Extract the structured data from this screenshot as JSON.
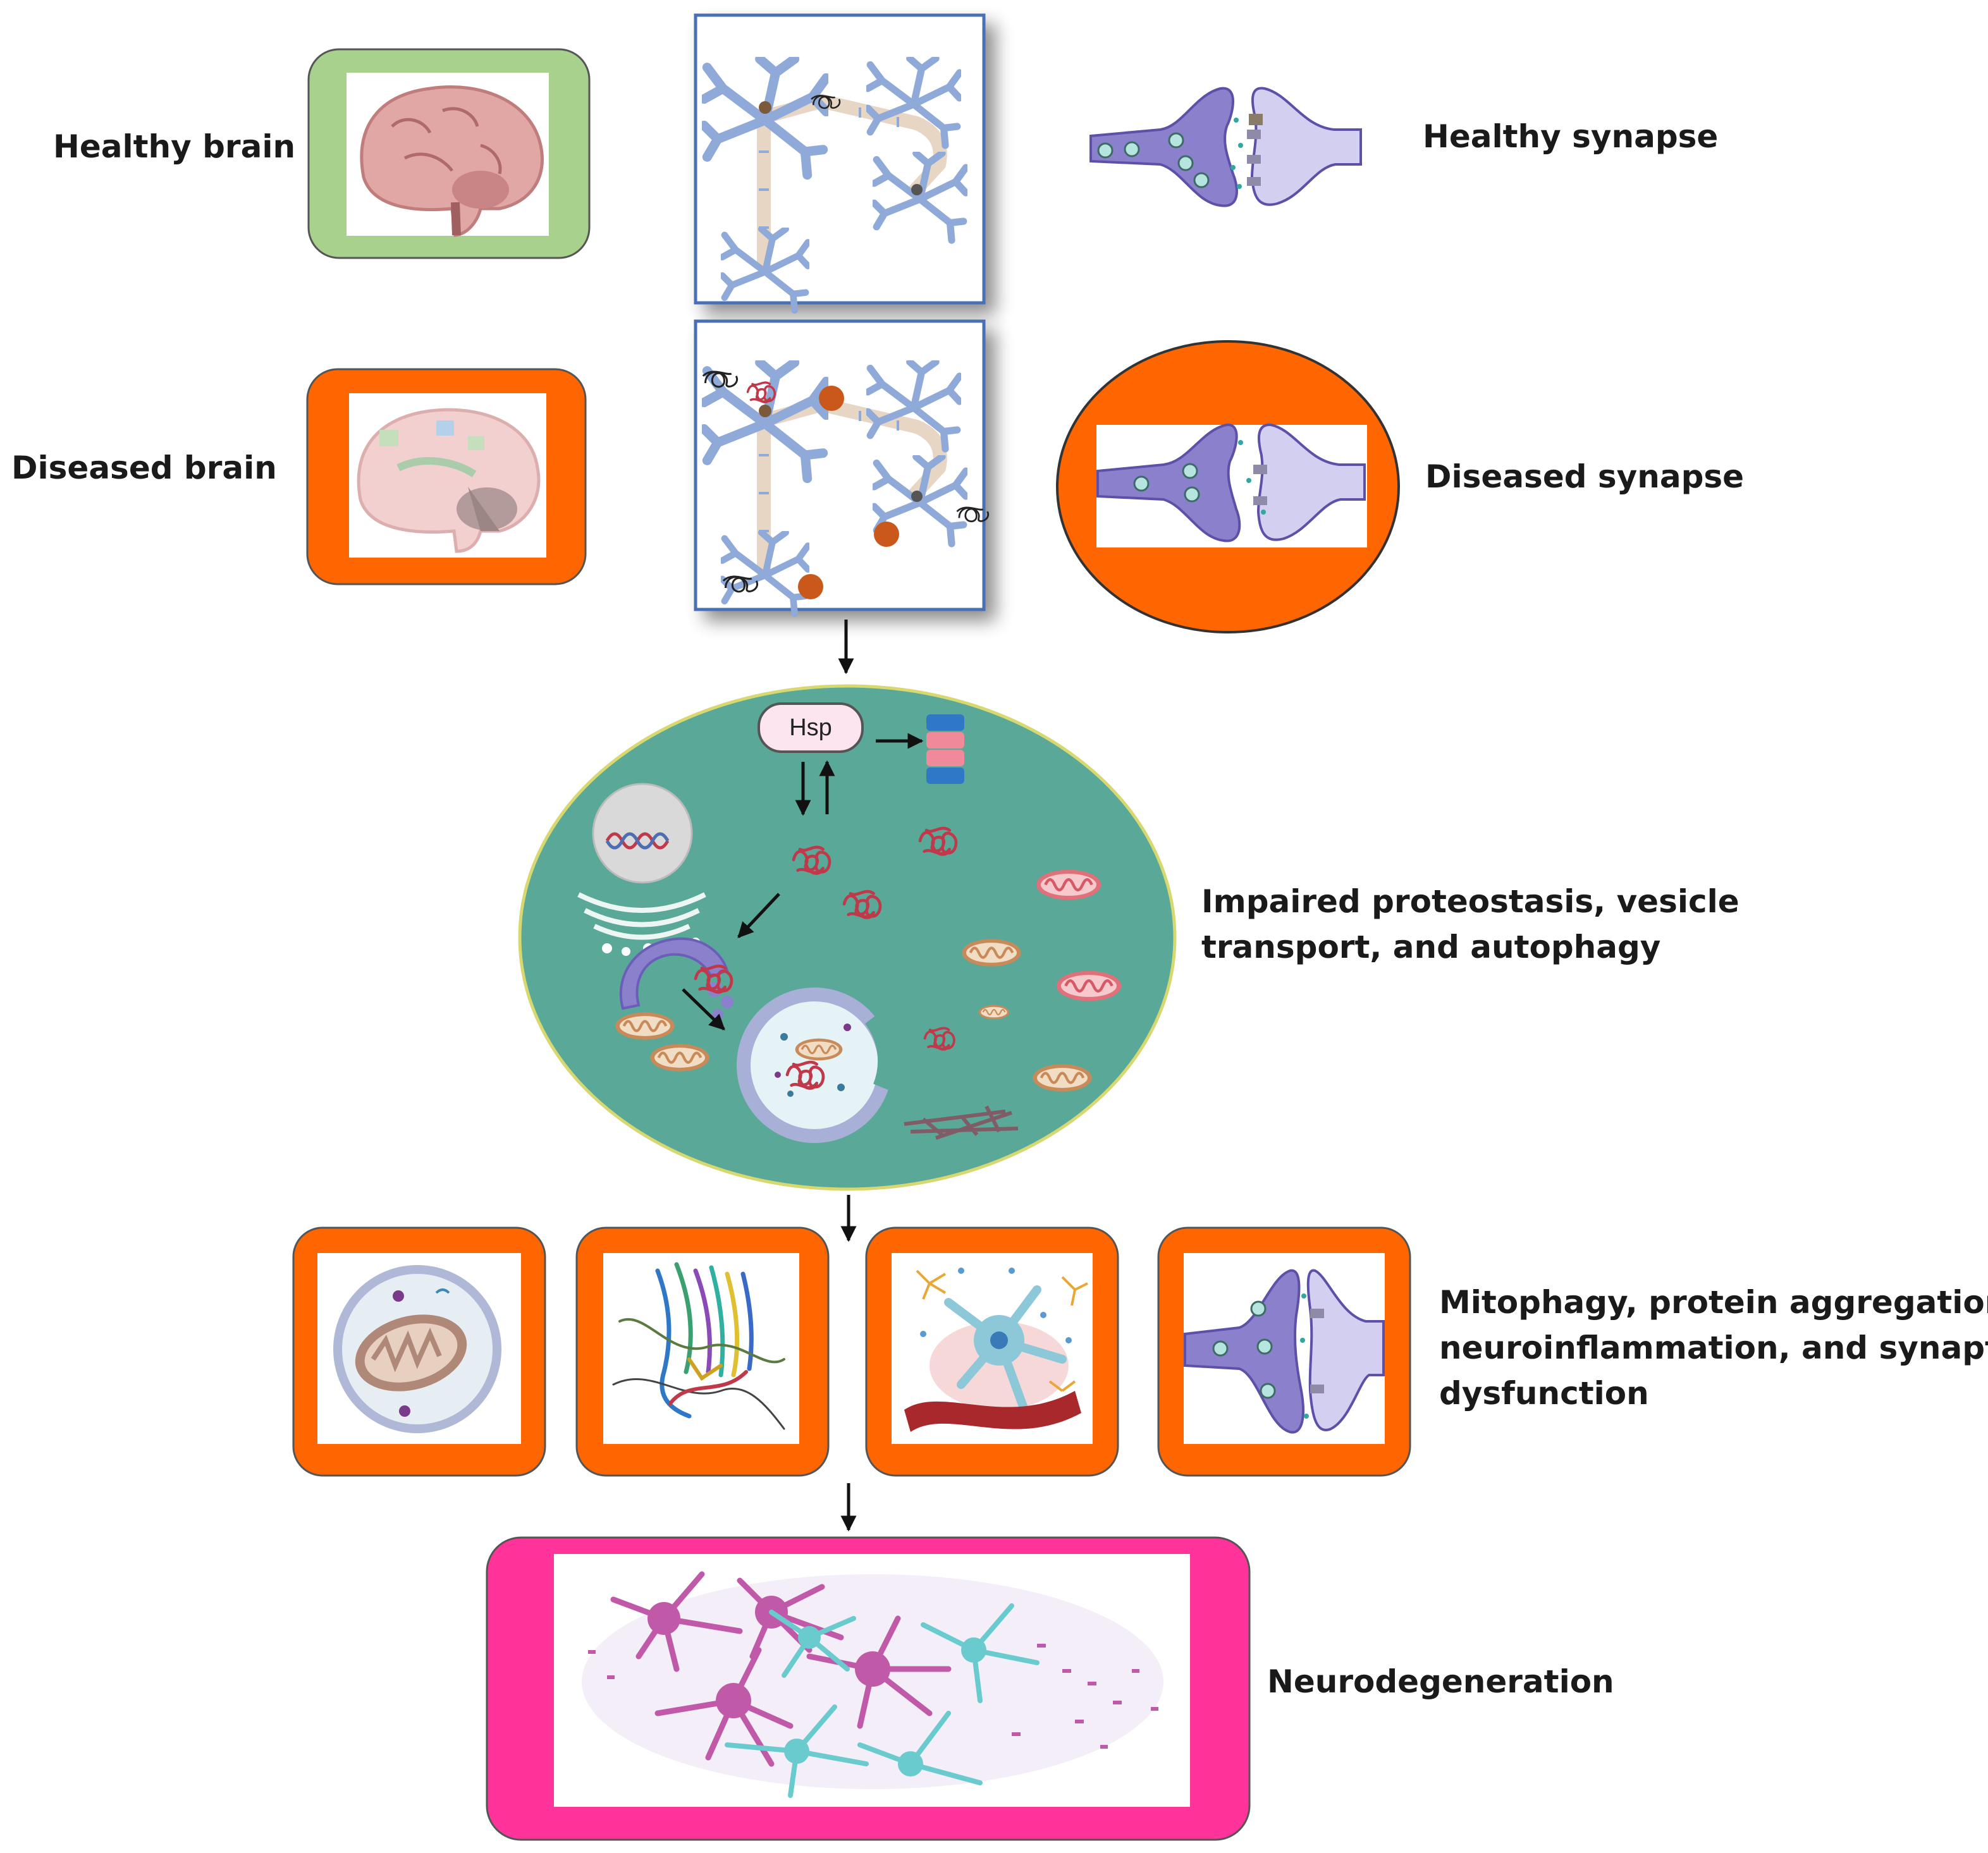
{
  "labels": {
    "healthy_brain": "Healthy brain",
    "healthy_synapse": "Healthy synapse",
    "diseased_brain": "Diseased brain",
    "diseased_synapse": "Diseased synapse",
    "proteostasis": [
      "Impaired proteostasis, vesicle",
      "transport, and autophagy"
    ],
    "consequences": [
      "Mitophagy, protein aggregation,",
      "neuroinflammation, and synaptic",
      "dysfunction"
    ],
    "neurodegeneration": "Neurodegeneration",
    "hsp": "Hsp"
  },
  "colors": {
    "healthy_frame": "#a9d18e",
    "diseased_frame": "#ff6600",
    "cell_fill": "#5aa898",
    "cell_border": "#d8d870",
    "neurodegeneration_frame": "#ff3399",
    "neuron_blue": "#8fa9d8",
    "axon": "#e7d6c3",
    "misfolded_protein": "#c0394a",
    "mitochondria": "#c98a5a",
    "neuron_panel_border": "#4a6fb5"
  },
  "icons": {
    "brain": "brain-sagittal-icon",
    "neuron": "neuron-icon",
    "synapse": "synapse-icon",
    "mitochondrion": "mitochondrion-icon",
    "protein": "protein-aggregate-icon",
    "inflammation": "neuroinflammation-icon",
    "neurodegeneration": "degenerating-neurons-icon"
  }
}
